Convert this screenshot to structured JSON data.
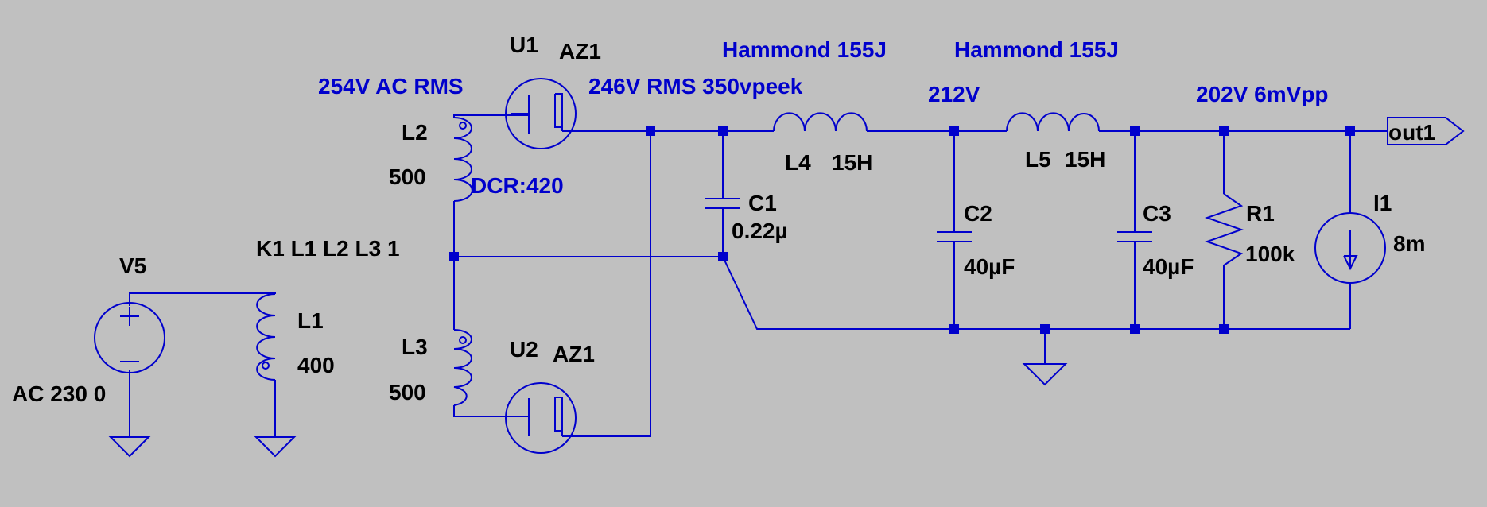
{
  "schematic": {
    "colors": {
      "background": "#c0c0c0",
      "wire": "#0000cc",
      "netlabel": "#0000cc",
      "text": "#000000"
    },
    "components": {
      "u1": {
        "ref": "U1",
        "value": "AZ1"
      },
      "u2": {
        "ref": "U2",
        "value": "AZ1"
      },
      "l1": {
        "ref": "L1",
        "value": "400"
      },
      "l2": {
        "ref": "L2",
        "value": "500"
      },
      "l3": {
        "ref": "L3",
        "value": "500"
      },
      "l4": {
        "ref": "L4",
        "value": "15H"
      },
      "l5": {
        "ref": "L5",
        "value": "15H"
      },
      "c1": {
        "ref": "C1",
        "value": "0.22µ"
      },
      "c2": {
        "ref": "C2",
        "value": "40µF"
      },
      "c3": {
        "ref": "C3",
        "value": "40µF"
      },
      "r1": {
        "ref": "R1",
        "value": "100k"
      },
      "i1": {
        "ref": "I1",
        "value": "8m"
      },
      "v5": {
        "ref": "V5",
        "value": "AC 230 0"
      }
    },
    "directive": "K1 L1 L2 L3 1",
    "annotations": {
      "hammond_1": "Hammond 155J",
      "hammond_2": "Hammond 155J",
      "v_primary": "254V AC RMS",
      "v_rect": "246V RMS 350vpeek",
      "v_212": "212V",
      "v_out": "202V 6mVpp",
      "dcr": "DCR:420"
    },
    "port": {
      "label": "out1"
    }
  }
}
